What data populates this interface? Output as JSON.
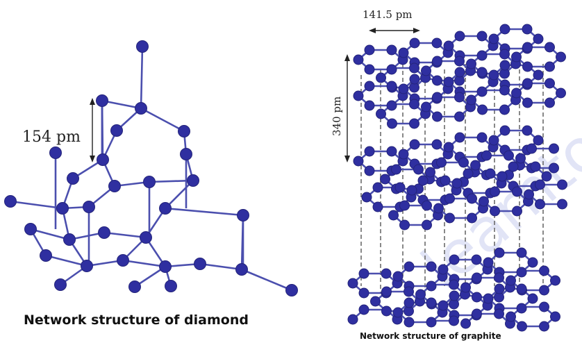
{
  "diamond": {
    "bond_length_label": "154 pm",
    "caption": "Network structure of diamond"
  },
  "graphite": {
    "bond_length_label": "141.5 pm",
    "interlayer_label": "340 pm",
    "caption": "Network structure of graphite"
  },
  "watermark": "learntoprep",
  "colors": {
    "atom": "#2f2fa0",
    "bond": "#4b4fae",
    "dashed_line": "#6a6a6a",
    "watermark": "#7a86d8"
  }
}
